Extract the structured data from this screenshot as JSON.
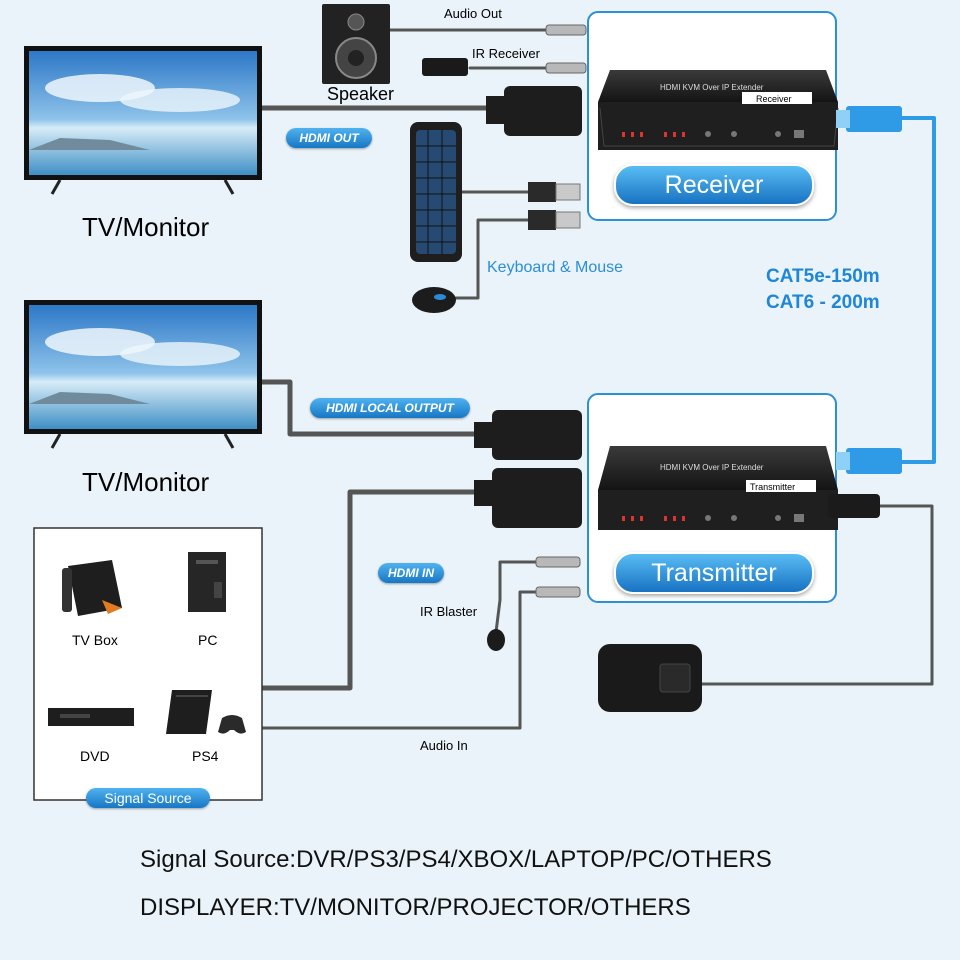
{
  "labels": {
    "audio_out": "Audio Out",
    "ir_receiver": "IR Receiver",
    "speaker": "Speaker",
    "tv_monitor_top": "TV/Monitor",
    "tv_monitor_bottom": "TV/Monitor",
    "hdmi_out": "HDMI OUT",
    "hdmi_local_output": "HDMI LOCAL OUTPUT",
    "hdmi_in": "HDMI IN",
    "keyboard_mouse": "Keyboard & Mouse",
    "receiver": "Receiver",
    "transmitter": "Transmitter",
    "cat5e": "CAT5e-150m",
    "cat6": "CAT6 - 200m",
    "ir_blaster": "IR Blaster",
    "audio_in": "Audio In",
    "device_text": "HDMI KVM Over IP Extender",
    "device_tag_receiver": "Receiver",
    "device_tag_transmitter": "Transmitter"
  },
  "signal_source": {
    "badge": "Signal Source",
    "items": [
      "TV Box",
      "PC",
      "DVD",
      "PS4"
    ]
  },
  "footer": {
    "line1": "Signal Source:DVR/PS3/PS4/XBOX/LAPTOP/PC/OTHERS",
    "line2": "DISPLAYER:TV/MONITOR/PROJECTOR/OTHERS"
  },
  "colors": {
    "accent": "#1f86d8",
    "cable_blue": "#2f9be6",
    "cable_gray": "#555555",
    "background": "#e9f3f9"
  }
}
